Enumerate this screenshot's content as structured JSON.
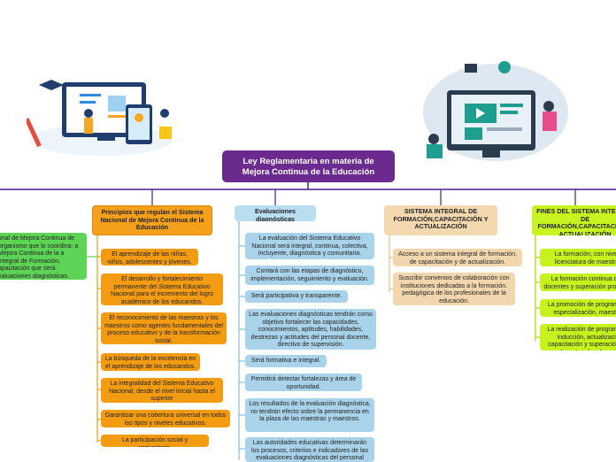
{
  "root": {
    "title": "Ley Reglamentaria en materia de Mejora Continua de la Educación"
  },
  "left_node": {
    "text": "onal de Mejora Continua de organismo que lo coordina: a Mejora Continua de la a Integral de Formación, apacitación que será valuaciones diagnósticas."
  },
  "branches": [
    {
      "header": "Principios que regulan el Sistema Nacional de Mejora Continua de la Educación",
      "items": [
        "El aprendizaje de las niñas, niños, adolescentes y jóvenes.",
        "El desarrollo y fortalecimiento permanente del Sistema Educativo Nacional para el incremento del logro académico de los educandos.",
        "El reconocimiento de las maestras y los maestros como agentes fundamentales del proceso educativo y de la transformación social.",
        "La búsqueda de la excelencia en el aprendizaje de los educandos.",
        "La integralidad del Sistema Educativo Nacional, desde el nivel inicial hasta el superior",
        "Garantizar una cobertura universal en todos los tipos y niveles educativos.",
        "La participación social y comunitaria."
      ]
    },
    {
      "header": "Evaluaciones diagnósticas",
      "items": [
        "La evaluación del Sistema Educativo Nacional será integral, continua, colectiva, incluyente, diagnóstica y comunitaria.",
        "Contará con las etapas de diagnóstico, implementación, seguimiento y evaluación.",
        "Será participativa y transparente.",
        "Las evaluaciones diagnósticas tendrán como objetivo fortalecer las capacidades, conocimientos, aptitudes, habilidades, destrezas y actitudes del personal docente, directivo de supervisión.",
        "Será formativa e integral.",
        "Permitirá detectar fortalezas y área de oportunidad.",
        "Los resultados de la evaluación diagnóstica, no tendrán efecto sobre la permanencia en la plaza de las maestras y maestros.",
        "Las autoridades educativas determinarán los procesos, criterios e indicadores de las evaluaciones diagnósticas del personal"
      ]
    },
    {
      "header": "SISTEMA INTEGRAL DE FORMACIÓN,CAPACITACIÓN Y ACTUALIZACIÓN",
      "items": [
        "Acceso a un sistema integral de formación, de capacitación y de actualización.",
        "Suscribir convenios de colaboración con instituciones dedicadas a la formación. pedagógica de los profesionales de la educación."
      ]
    },
    {
      "header": "FINES DEL SISTEMA INTEGRAL DE FORMACIÓN,CAPACITACIÓN Y ACTUALIZACIÓN",
      "items": [
        "La formación, con nivel de licenciatura de maestras y maestros de educación",
        "La formación continua de los docentes y superación profesional",
        "La promoción de programas de especialización, maestría y doctorado",
        "La realización de programas de inducción, actualización, capacitación y superación para docentes de educación"
      ]
    }
  ],
  "colors": {
    "root": "#6a2a8e",
    "orange": "#f39c12",
    "blue": "#a9d3ea",
    "tan": "#f2d7ae",
    "green": "#5ed457",
    "lime": "#c6f31d",
    "line_purple": "#4b1f8a"
  },
  "illustrations": [
    "teacher-whiteboard-illustration",
    "online-learning-illustration"
  ]
}
